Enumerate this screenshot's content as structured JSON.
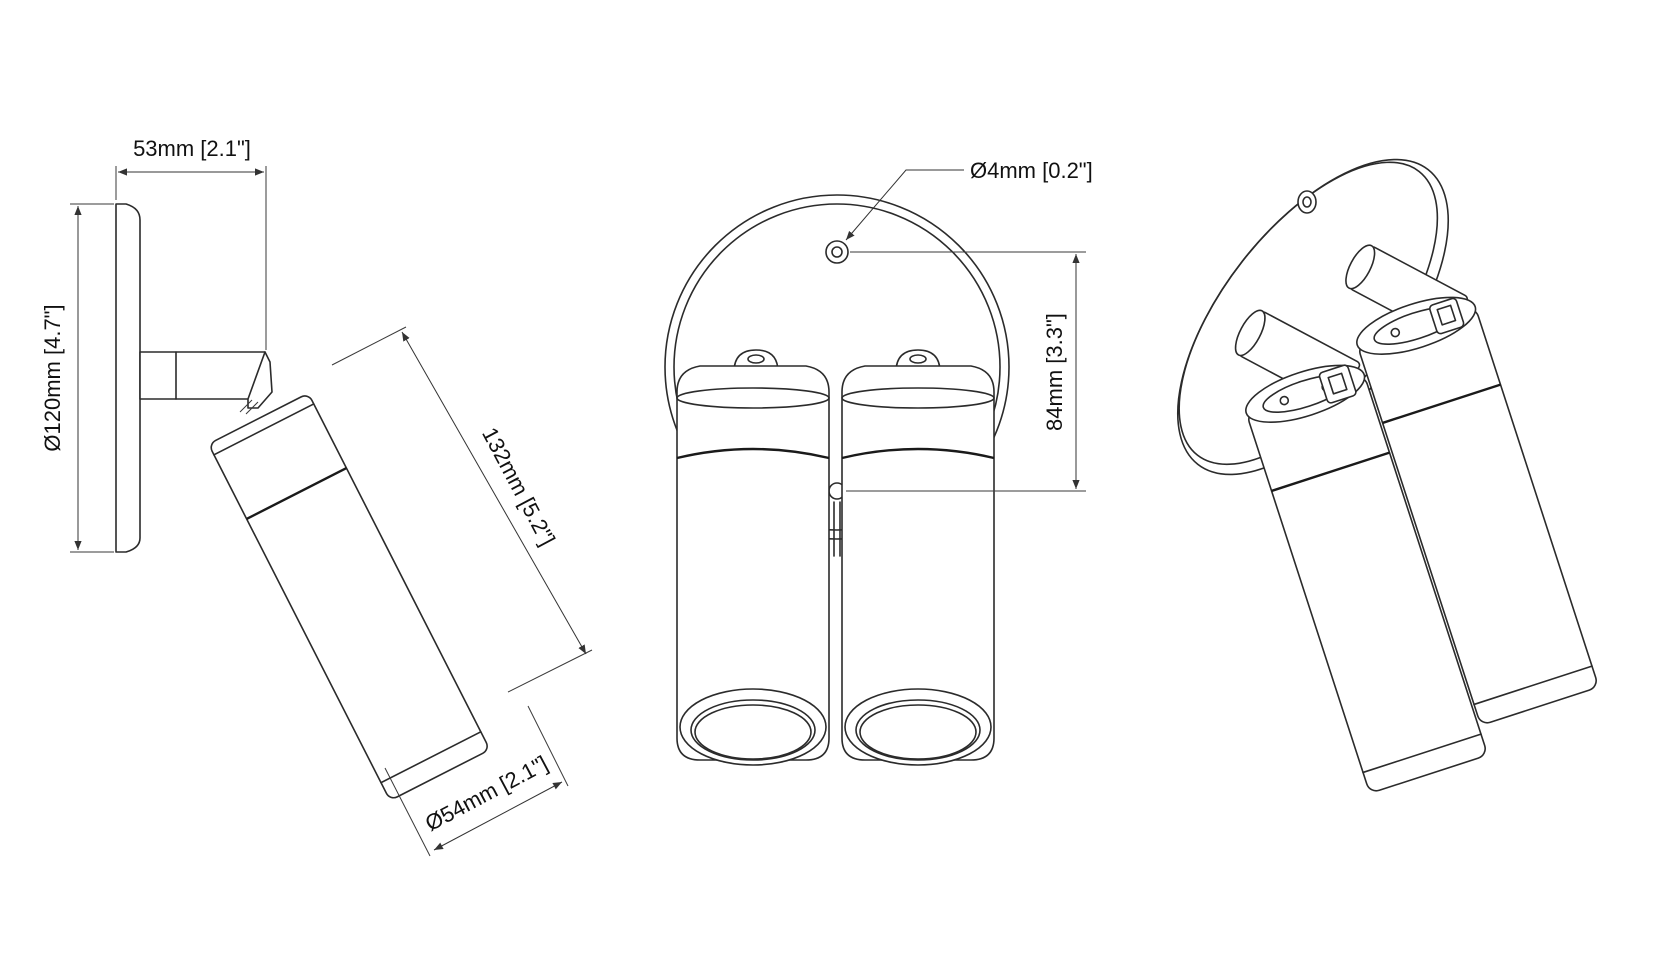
{
  "drawing": {
    "dimensions": {
      "arm_depth": "53mm [2.1\"]",
      "plate_diameter": "Ø120mm [4.7\"]",
      "body_length": "132mm [5.2\"]",
      "body_diameter": "Ø54mm [2.1\"]",
      "hole_diameter": "Ø4mm [0.2\"]",
      "hole_spacing": "84mm [3.3\"]"
    },
    "colors": {
      "line": "#2b2b2b",
      "text": "#111111",
      "background": "#ffffff"
    }
  }
}
